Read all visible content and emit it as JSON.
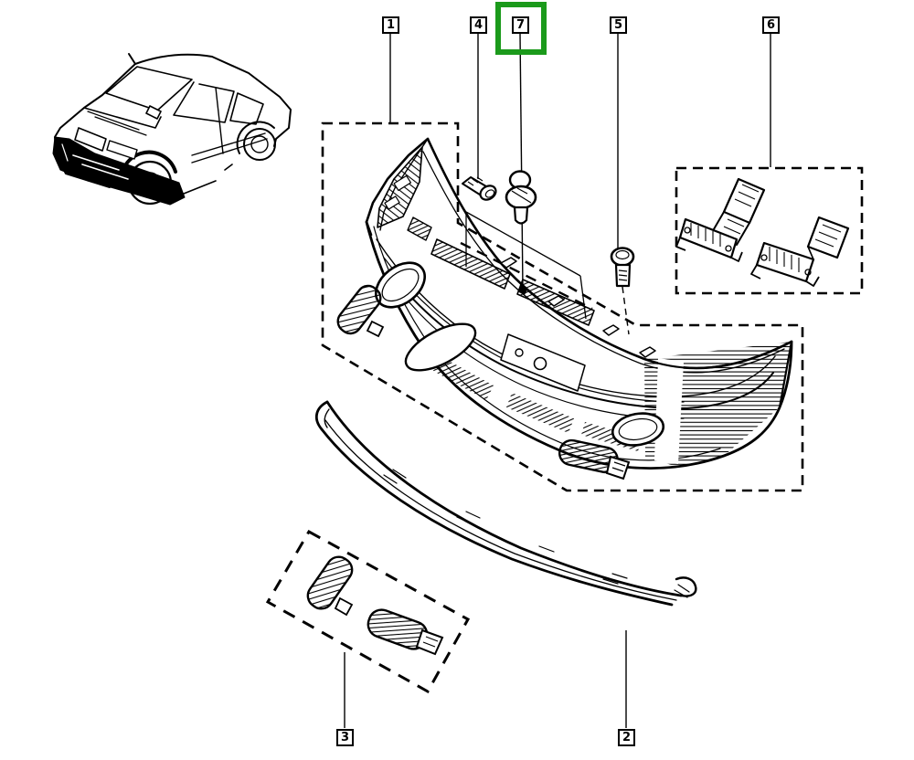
{
  "diagram": {
    "callouts": [
      {
        "label": "1",
        "highlighted": false
      },
      {
        "label": "4",
        "highlighted": false
      },
      {
        "label": "7",
        "highlighted": true
      },
      {
        "label": "5",
        "highlighted": false
      },
      {
        "label": "6",
        "highlighted": false
      },
      {
        "label": "3",
        "highlighted": false
      },
      {
        "label": "2",
        "highlighted": false
      }
    ],
    "colors": {
      "highlight": "#1b9a1b",
      "line": "#000000",
      "background": "#ffffff"
    }
  }
}
